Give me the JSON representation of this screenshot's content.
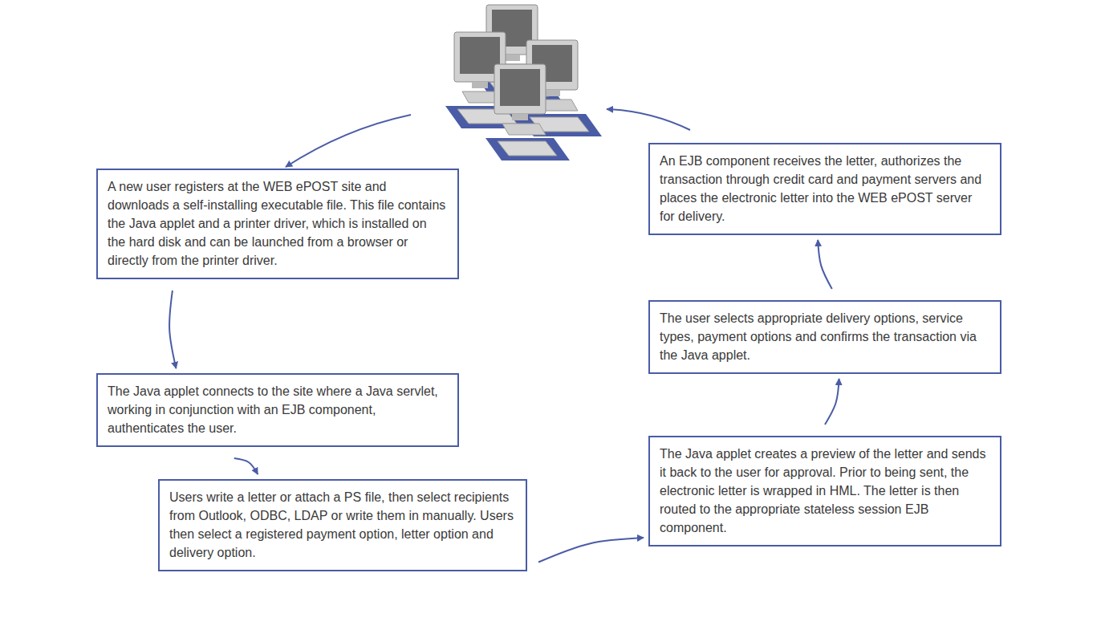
{
  "diagram": {
    "nodes": [
      {
        "text": [
          "A new user registers at the WEB ePOST site and downloads a self-installing executable file. This file contains the Java applet and a printer driver, which is installed on the hard disk and can be launched from a browser or directly from the printer driver."
        ]
      },
      {
        "text": [
          "The Java applet connects to the site where a Java servlet, working in conjunction with an EJB component, authenticates the user."
        ]
      },
      {
        "text": [
          "Users write a letter or attach a PS file, then select recipients from Outlook, ODBC, LDAP or write them in manually. Users then select a registered payment option, letter option and delivery option."
        ]
      },
      {
        "text": [
          "The Java applet creates a preview of the letter and sends it back to the user for approval. Prior to being sent, the electronic letter is wrapped in HML. The letter is then routed to the appropriate stateless session EJB component."
        ]
      },
      {
        "text": [
          "The user selects appropriate delivery options, service types, payment options and confirms the transaction via the Java applet."
        ]
      },
      {
        "text": [
          "An EJB component receives the letter, authorizes the transaction through credit card and payment servers and places the electronic letter into the WEB ePOST server for delivery."
        ]
      }
    ],
    "edges": [
      {
        "from": 0,
        "to": 1,
        "arrow": "to"
      },
      {
        "from": 1,
        "to": 2,
        "arrow": "to"
      },
      {
        "from": 2,
        "to": 3,
        "arrow": "to"
      },
      {
        "from": 3,
        "to": 4,
        "arrow": "to"
      },
      {
        "from": 4,
        "to": 5,
        "arrow": "to"
      }
    ]
  }
}
